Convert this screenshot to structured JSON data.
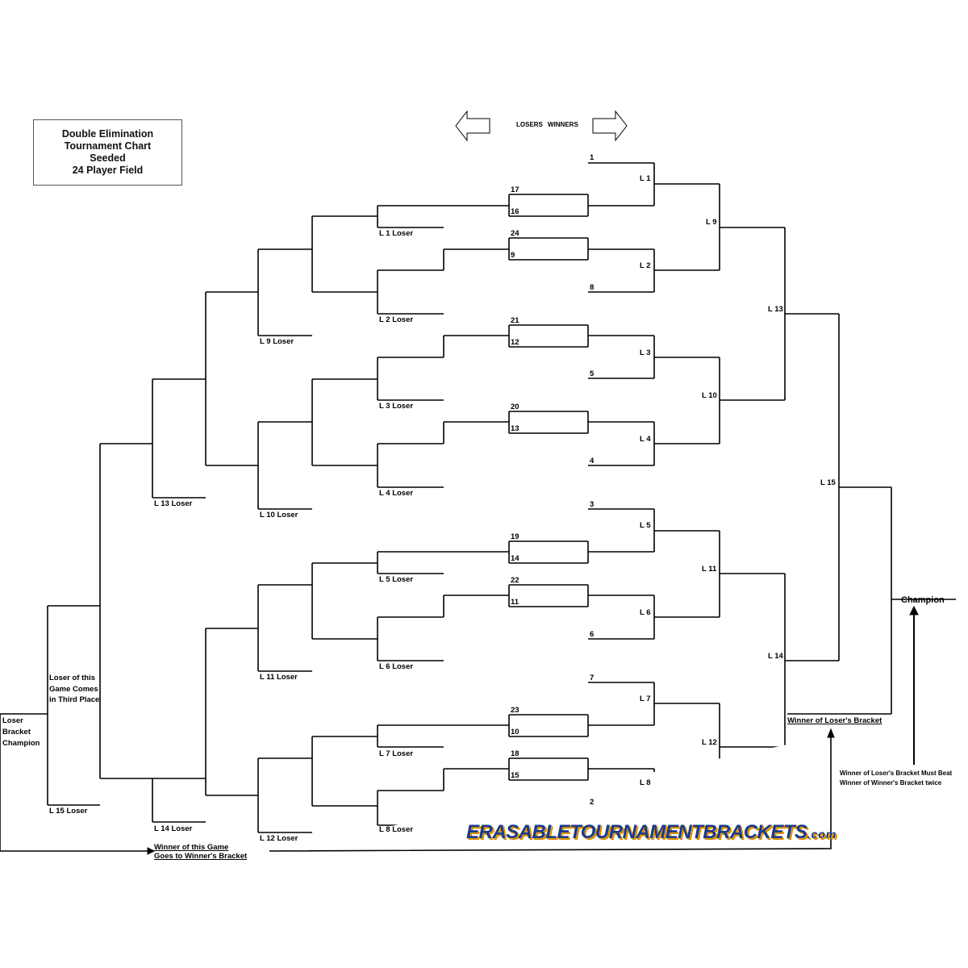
{
  "title_box": {
    "line1": "Double Elimination",
    "line2": "Tournament Chart",
    "line3": "Seeded",
    "line4": "24 Player Field"
  },
  "direction": {
    "losers": "LOSERS",
    "winners": "WINNERS"
  },
  "winners_bracket": {
    "seeds": {
      "s1": "1",
      "s17": "17",
      "s16": "16",
      "s24": "24",
      "s9": "9",
      "s8": "8",
      "s21": "21",
      "s12": "12",
      "s5": "5",
      "s20": "20",
      "s13": "13",
      "s4": "4",
      "s3": "3",
      "s19": "19",
      "s14": "14",
      "s22": "22",
      "s11": "11",
      "s6": "6",
      "s7": "7",
      "s23": "23",
      "s10": "10",
      "s18": "18",
      "s15": "15",
      "s2": "2"
    },
    "games": {
      "L1": "L 1",
      "L2": "L 2",
      "L3": "L 3",
      "L4": "L 4",
      "L5": "L 5",
      "L6": "L 6",
      "L7": "L 7",
      "L8": "L 8",
      "L9": "L 9",
      "L10": "L 10",
      "L11": "L 11",
      "L12": "L 12",
      "L13": "L 13",
      "L14": "L 14",
      "L15": "L 15"
    }
  },
  "losers_bracket": {
    "L1_loser": "L 1 Loser",
    "L2_loser": "L 2 Loser",
    "L3_loser": "L 3 Loser",
    "L4_loser": "L 4 Loser",
    "L5_loser": "L 5 Loser",
    "L6_loser": "L 6 Loser",
    "L7_loser": "L 7 Loser",
    "L8_loser": "L 8 Loser",
    "L9_loser": "L 9 Loser",
    "L10_loser": "L 10 Loser",
    "L11_loser": "L 11 Loser",
    "L12_loser": "L 12 Loser",
    "L13_loser": "L 13 Loser",
    "L14_loser": "L 14 Loser",
    "L15_loser": "L 15 Loser"
  },
  "notes": {
    "third_place_1": "Loser of this",
    "third_place_2": "Game Comes",
    "third_place_3": "in Third Place",
    "lb_champ_1": "Loser",
    "lb_champ_2": "Bracket",
    "lb_champ_3": "Champion",
    "goes_to_winners_1": "Winner of this Game",
    "goes_to_winners_2": "Goes to Winner's Bracket",
    "winner_losers_bracket": "Winner of Loser's Bracket",
    "must_beat_1": "Winner of Loser's Bracket Must Beat",
    "must_beat_2": "Winner of Winner's Bracket twice"
  },
  "champion": "Champion",
  "brand": {
    "main": "ERASABLETOURNAMENTBRACKETS",
    "suffix": ".com"
  },
  "colors": {
    "line": "#000000",
    "brand_blue": "#1b3a8c",
    "brand_gold": "#f0a500"
  }
}
